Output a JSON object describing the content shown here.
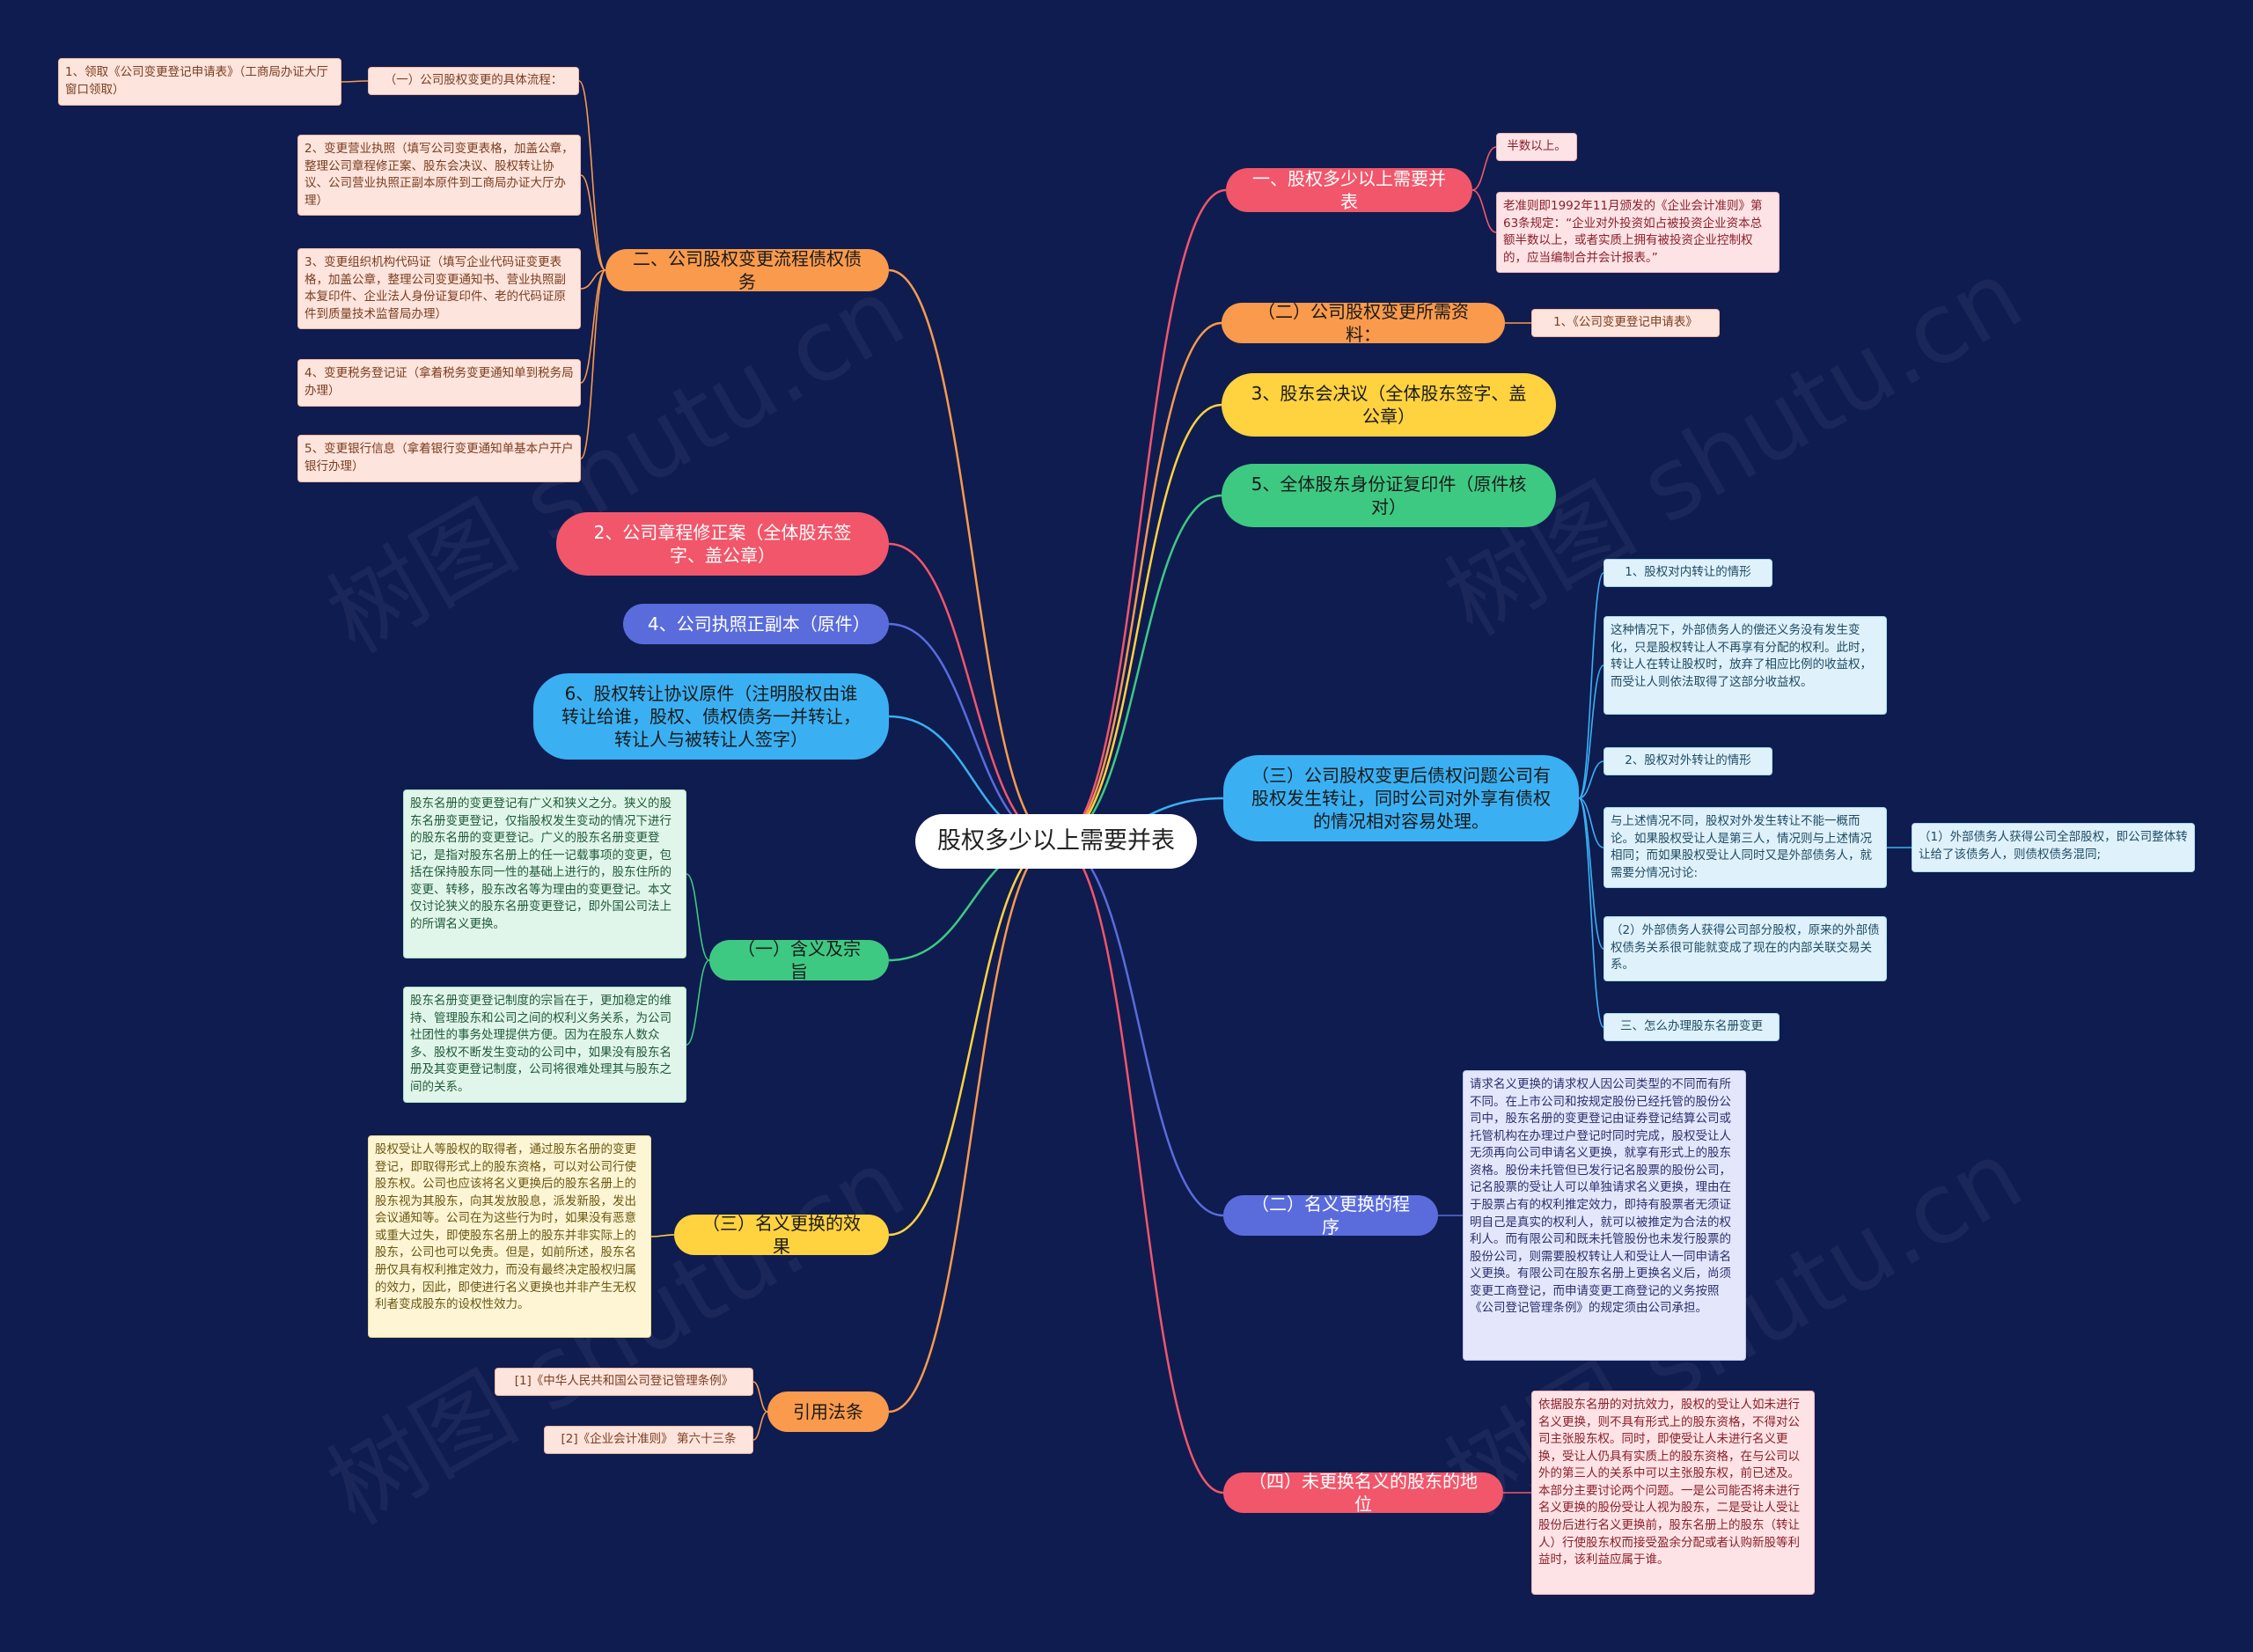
{
  "root": "股权多少以上需要并表",
  "colors": {
    "background": "#0f1c50",
    "red": "#f2566a",
    "orange": "#f99a4c",
    "yellow": "#ffd23f",
    "green": "#3ec983",
    "indigo": "#5a6cdc",
    "sky": "#3ab0f2"
  },
  "right": {
    "r1": {
      "label": "一、股权多少以上需要并表",
      "c1": "半数以上。",
      "c2": "老准则即1992年11月颁发的《企业会计准则》第63条规定：“企业对外投资如占被投资企业资本总额半数以上，或者实质上拥有被投资企业控制权的，应当编制合并会计报表。”"
    },
    "r2": {
      "label": "（二）公司股权变更所需资料：",
      "c1": "1、《公司变更登记申请表》"
    },
    "r3": {
      "label": "3、股东会决议（全体股东签字、盖公章）"
    },
    "r4": {
      "label": "5、全体股东身份证复印件（原件核对）"
    },
    "r5": {
      "label": "（三）公司股权变更后债权问题公司有股权发生转让，同时公司对外享有债权的情况相对容易处理。",
      "c1": "1、股权对内转让的情形",
      "c2": "这种情况下，外部债务人的偿还义务没有发生变化，只是股权转让人不再享有分配的权利。此时，转让人在转让股权时，放弃了相应比例的收益权，而受让人则依法取得了这部分收益权。",
      "c3": "2、股权对外转让的情形",
      "c4": "与上述情况不同，股权对外发生转让不能一概而论。如果股权受让人是第三人，情况则与上述情况相同；而如果股权受让人同时又是外部债务人，就需要分情况讨论:",
      "c4a": "（1）外部债务人获得公司全部股权，即公司整体转让给了该债务人，则债权债务混同;",
      "c5": "（2）外部债务人获得公司部分股权，原来的外部债权债务关系很可能就变成了现在的内部关联交易关系。",
      "c6": "三、怎么办理股东名册变更"
    },
    "r6": {
      "label": "（二）名义更换的程序",
      "c1": "请求名义更换的请求权人因公司类型的不同而有所不同。在上市公司和按规定股份已经托管的股份公司中，股东名册的变更登记由证券登记结算公司或托管机构在办理过户登记时同时完成，股权受让人无须再向公司申请名义更换，就享有形式上的股东资格。股份未托管但已发行记名股票的股份公司，记名股票的受让人可以单独请求名义更换，理由在于股票占有的权利推定效力，即持有股票者无须证明自己是真实的权利人，就可以被推定为合法的权利人。而有限公司和既未托管股份也未发行股票的股份公司，则需要股权转让人和受让人一同申请名义更换。有限公司在股东名册上更换名义后，尚须变更工商登记，而申请变更工商登记的义务按照《公司登记管理条例》的规定须由公司承担。"
    },
    "r7": {
      "label": "（四）未更换名义的股东的地位",
      "c1": "依据股东名册的对抗效力，股权的受让人如未进行名义更换，则不具有形式上的股东资格，不得对公司主张股东权。同时，即使受让人未进行名义更换，受让人仍具有实质上的股东资格，在与公司以外的第三人的关系中可以主张股东权，前已述及。本部分主要讨论两个问题。一是公司能否将未进行名义更换的股份受让人视为股东，二是受让人受让股份后进行名义更换前，股东名册上的股东（转让人）行使股东权而接受盈余分配或者认购新股等利益时，该利益应属于谁。"
    }
  },
  "left": {
    "l1": {
      "label": "二、公司股权变更流程债权债务",
      "c1": "（一）公司股权变更的具体流程：",
      "c1a": "1、领取《公司变更登记申请表》（工商局办证大厅窗口领取）",
      "c2": "2、变更营业执照（填写公司变更表格，加盖公章，整理公司章程修正案、股东会决议、股权转让协议、公司营业执照正副本原件到工商局办证大厅办理）",
      "c3": "3、变更组织机构代码证（填写企业代码证变更表格，加盖公章，整理公司变更通知书、营业执照副本复印件、企业法人身份证复印件、老的代码证原件到质量技术监督局办理）",
      "c4": "4、变更税务登记证（拿着税务变更通知单到税务局办理）",
      "c5": "5、变更银行信息（拿着银行变更通知单基本户开户银行办理）"
    },
    "l2": {
      "label": "2、公司章程修正案（全体股东签字、盖公章）"
    },
    "l3": {
      "label": "4、公司执照正副本（原件）"
    },
    "l4": {
      "label": "6、股权转让协议原件（注明股权由谁转让给谁，股权、债权债务一并转让，转让人与被转让人签字）"
    },
    "l5": {
      "label": "（一）含义及宗旨",
      "c1": "股东名册的变更登记有广义和狭义之分。狭义的股东名册变更登记，仅指股权发生变动的情况下进行的股东名册的变更登记。广义的股东名册变更登记，是指对股东名册上的任一记载事项的变更，包括在保持股东同一性的基础上进行的，股东住所的变更、转移，股东改名等为理由的变更登记。本文仅讨论狭义的股东名册变更登记，即外国公司法上的所谓名义更换。",
      "c2": "股东名册变更登记制度的宗旨在于，更加稳定的维持、管理股东和公司之间的权利义务关系，为公司社团性的事务处理提供方便。因为在股东人数众多、股权不断发生变动的公司中，如果没有股东名册及其变更登记制度，公司将很难处理其与股东之间的关系。"
    },
    "l6": {
      "label": "（三）名义更换的效果",
      "c1": "股权受让人等股权的取得者，通过股东名册的变更登记，即取得形式上的股东资格，可以对公司行使股东权。公司也应该将名义更换后的股东名册上的股东视为其股东，向其发放股息，派发新股，发出会议通知等。公司在为这些行为时，如果没有恶意或重大过失，即使股东名册上的股东并非实际上的股东，公司也可以免责。但是，如前所述，股东名册仅具有权利推定效力，而没有最终决定股权归属的效力，因此，即使进行名义更换也并非产生无权利者变成股东的设权性效力。"
    },
    "l7": {
      "label": "引用法条",
      "c1": "[1]《中华人民共和国公司登记管理条例》",
      "c2": "[2]《企业会计准则》 第六十三条"
    }
  },
  "watermark": "树图 shutu.cn"
}
